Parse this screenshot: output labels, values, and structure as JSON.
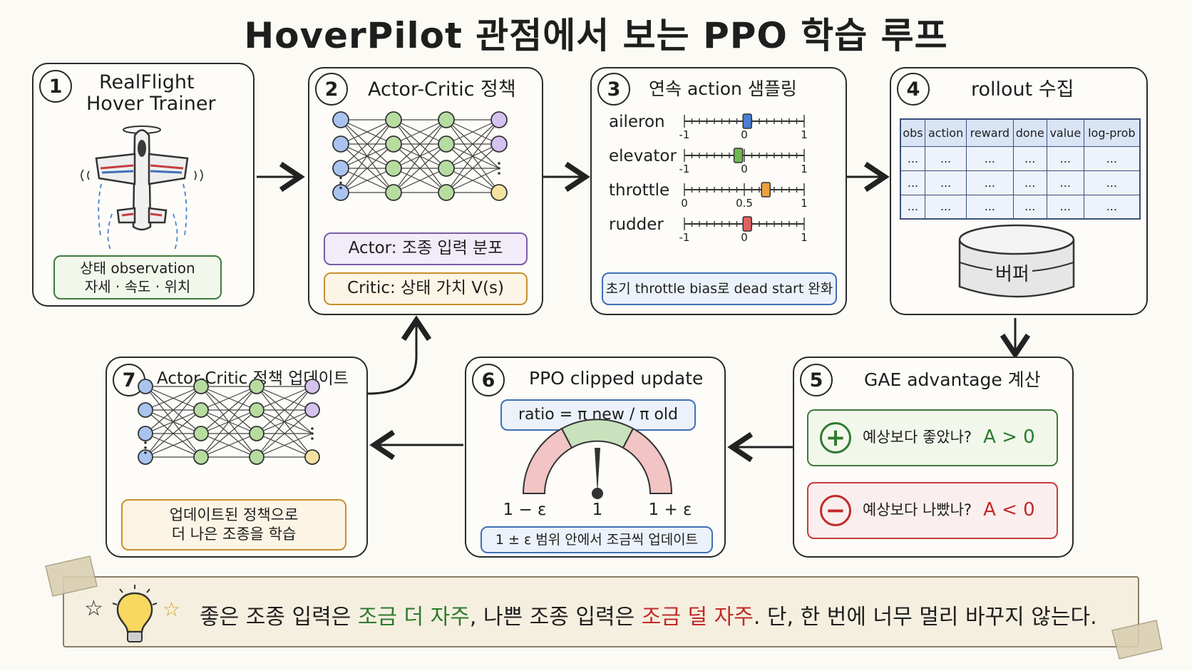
{
  "title": "HoverPilot 관점에서 보는 PPO 학습 루프",
  "steps": {
    "s1": {
      "num": "1",
      "title_line1": "RealFlight",
      "title_line2": "Hover Trainer",
      "obs_line1": "상태 observation",
      "obs_line2": "자세 · 속도 · 위치"
    },
    "s2": {
      "num": "2",
      "title": "Actor-Critic 정책",
      "actor": "Actor: 조종 입력 분포",
      "critic": "Critic: 상태 가치 V(s)"
    },
    "s3": {
      "num": "3",
      "title": "연속 action 샘플링",
      "sliders": [
        {
          "name": "aileron",
          "ticks": [
            "-1",
            "0",
            "1"
          ],
          "min": -1,
          "max": 1,
          "value": 0.05,
          "color": "#4a7fd4"
        },
        {
          "name": "elevator",
          "ticks": [
            "-1",
            "0",
            "1"
          ],
          "min": -1,
          "max": 1,
          "value": -0.1,
          "color": "#6fb84f"
        },
        {
          "name": "throttle",
          "ticks": [
            "0",
            "0.5",
            "1"
          ],
          "min": 0,
          "max": 1,
          "value": 0.68,
          "color": "#e8a040"
        },
        {
          "name": "rudder",
          "ticks": [
            "-1",
            "0",
            "1"
          ],
          "min": -1,
          "max": 1,
          "value": 0.05,
          "color": "#e06060"
        }
      ],
      "note": "초기 throttle bias로 dead start 완화"
    },
    "s4": {
      "num": "4",
      "title": "rollout 수집",
      "columns": [
        "obs",
        "action",
        "reward",
        "done",
        "value",
        "log-prob"
      ],
      "rows": [
        [
          "...",
          "...",
          "...",
          "...",
          "...",
          "..."
        ],
        [
          "...",
          "...",
          "...",
          "...",
          "...",
          "..."
        ],
        [
          "...",
          "...",
          "...",
          "...",
          "...",
          "..."
        ]
      ],
      "buffer": "버퍼"
    },
    "s5": {
      "num": "5",
      "title": "GAE advantage 계산",
      "good_text": "예상보다 좋았나?",
      "good_formula": "A > 0",
      "bad_text": "예상보다 나빴나?",
      "bad_formula": "A < 0"
    },
    "s6": {
      "num": "6",
      "title": "PPO clipped update",
      "ratio": "ratio = π new / π old",
      "gauge_low": "1 − ε",
      "gauge_mid": "1",
      "gauge_high": "1 + ε",
      "note": "1 ± ε 범위 안에서 조금씩 업데이트"
    },
    "s7": {
      "num": "7",
      "title": "Actor-Critic 정책 업데이트",
      "note_line1": "업데이트된 정책으로",
      "note_line2": "더 나은 조종을 학습"
    }
  },
  "banner": {
    "p1": "좋은 조종 입력은 ",
    "good": "조금 더 자주",
    "p2": ", 나쁜 조종 입력은 ",
    "bad": "조금 덜 자주",
    "p3": ". 단, 한 번에 너무 멀리 바꾸지 않는다."
  },
  "colors": {
    "green": "#2d7a2f",
    "red": "#c02a2a",
    "blue_node": "#a9c4ef",
    "green_node": "#b7dca0",
    "purple_node": "#d5c2ef",
    "yellow_node": "#f6e2a0"
  }
}
